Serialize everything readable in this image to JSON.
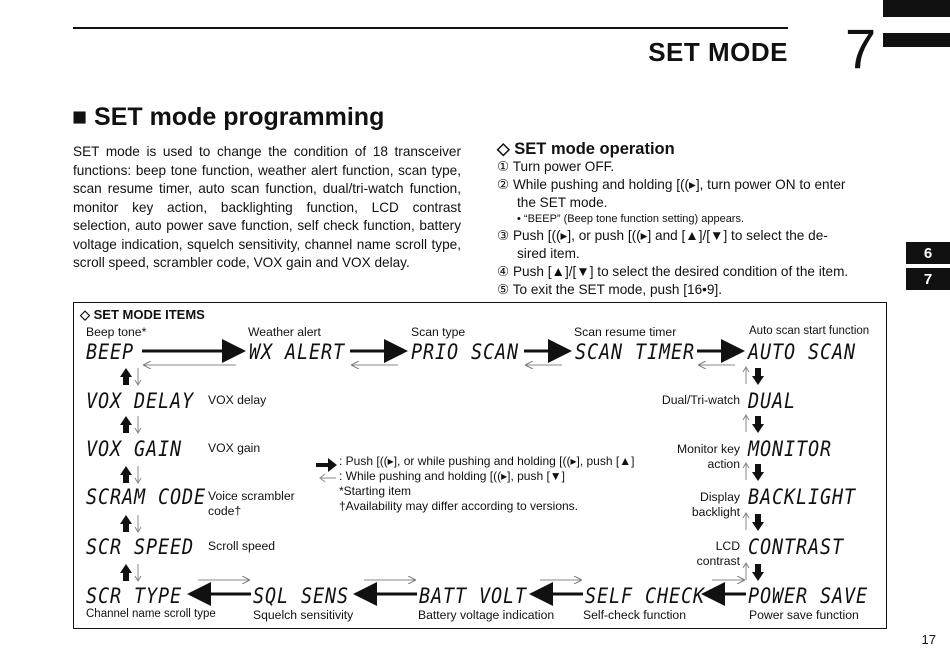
{
  "header": {
    "chapter_title": "SET MODE",
    "chapter_number": "7"
  },
  "side_tabs": [
    "6",
    "7"
  ],
  "section": {
    "title": "■ SET mode programming"
  },
  "intro_text": "SET mode is used to change the condition of 18 transceiver functions: beep tone function, weather alert function, scan type, scan resume timer, auto scan function, dual/tri-watch function, monitor key action, backlighting function, LCD contrast selection, auto power save function, self check function, battery voltage indication, squelch sensitivity, channel name scroll type, scroll speed, scrambler code, VOX gain and VOX delay.",
  "operation": {
    "title": "◇ SET mode operation",
    "step1": "① Turn power OFF.",
    "step2a": "② While pushing and holding [((▸], turn power ON to enter",
    "step2b": "the SET mode.",
    "step2_note": "• “BEEP” (Beep tone function setting) appears.",
    "step3a": "③ Push [((▸], or push [((▸] and [▲]/[▼] to select the de-",
    "step3b": "sired item.",
    "step4": "④ Push [▲]/[▼] to select the desired condition of the item.",
    "step5": "⑤ To exit the SET mode, push [16•9]."
  },
  "items_box": {
    "title": "◇ SET MODE ITEMS",
    "top_row": [
      {
        "label": "Beep tone*",
        "lcd": "BEEP"
      },
      {
        "label": "Weather alert",
        "lcd": "WX ALERT"
      },
      {
        "label": "Scan type",
        "lcd": "PRIO SCAN"
      },
      {
        "label": "Scan resume timer",
        "lcd": "SCAN TIMER"
      },
      {
        "label": "Auto scan start function",
        "lcd": "AUTO SCAN"
      }
    ],
    "left_col": [
      {
        "lcd": "VOX DELAY",
        "label": "VOX delay"
      },
      {
        "lcd": "VOX GAIN",
        "label": "VOX gain"
      },
      {
        "lcd": "SCRAM CODE",
        "label": "Voice scrambler",
        "label2": "code†"
      },
      {
        "lcd": "SCR SPEED",
        "label": "Scroll speed"
      }
    ],
    "right_col": [
      {
        "lcd": "DUAL",
        "label": "Dual/Tri-watch"
      },
      {
        "lcd": "MONITOR",
        "label": "Monitor key",
        "label2": "action"
      },
      {
        "lcd": "BACKLIGHT",
        "label": "Display",
        "label2": "backlight"
      },
      {
        "lcd": "CONTRAST",
        "label": "LCD",
        "label2": "contrast"
      }
    ],
    "bottom_row": [
      {
        "lcd": "SCR TYPE",
        "label": "Channel name scroll type"
      },
      {
        "lcd": "SQL SENS",
        "label": "Squelch sensitivity"
      },
      {
        "lcd": "BATT VOLT",
        "label": "Battery voltage indication"
      },
      {
        "lcd": "SELF CHECK",
        "label": "Self-check function"
      },
      {
        "lcd": "POWER SAVE",
        "label": "Power save function"
      }
    ],
    "legend": {
      "push": ": Push [((▸], or while pushing and holding [((▸], push [▲]",
      "hold": ": While pushing and holding [((▸], push [▼]",
      "star": "*Starting item",
      "dagger": "†Availability may differ according to versions."
    }
  },
  "page_number": "17"
}
